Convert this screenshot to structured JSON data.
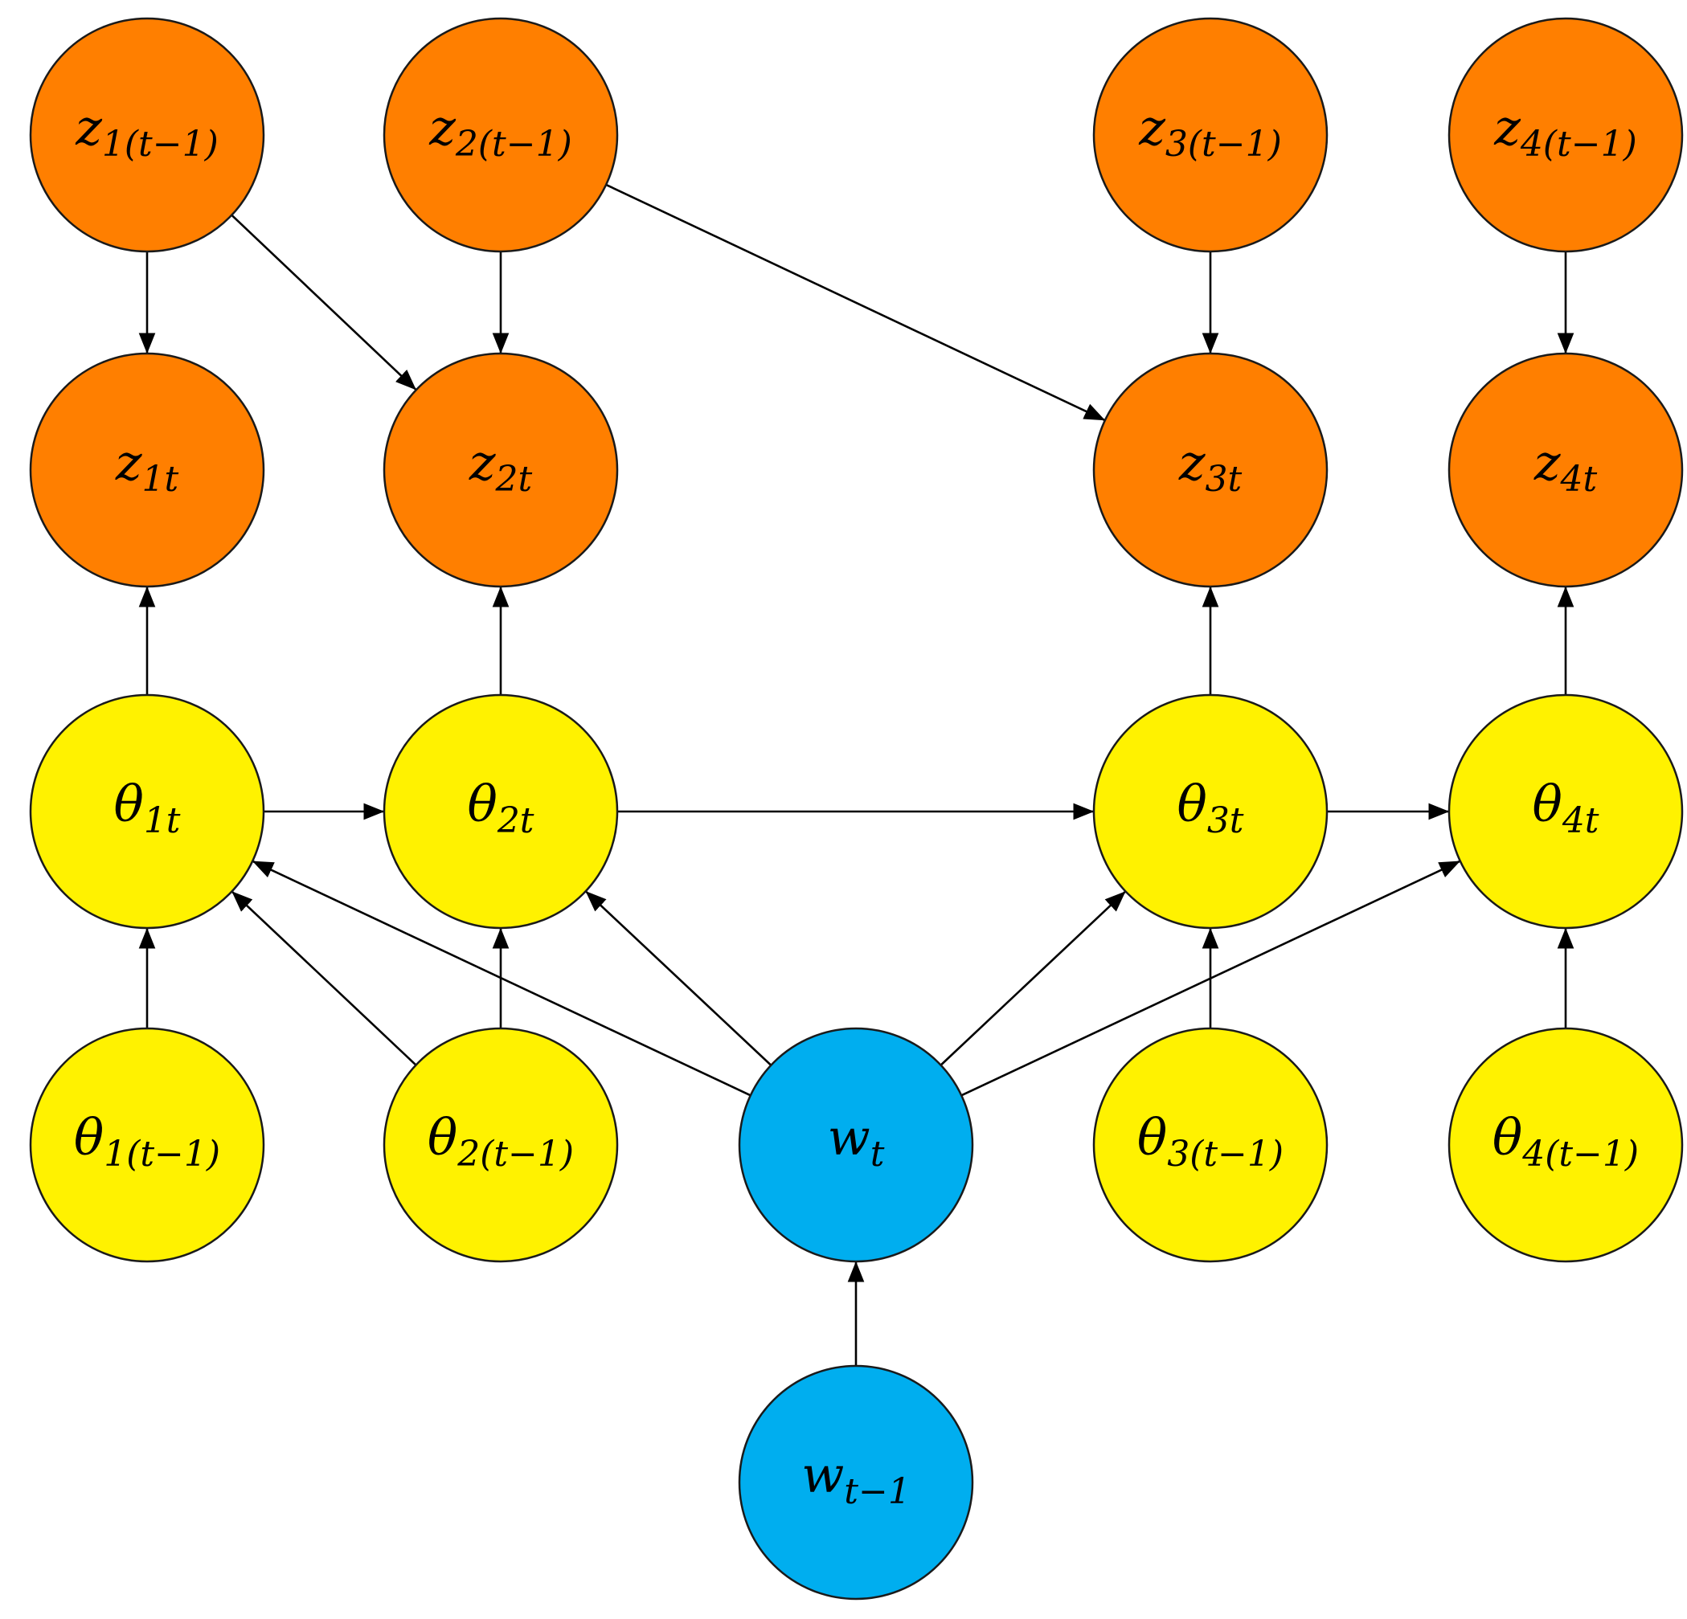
{
  "colors": {
    "z_node": "#FF7F00",
    "theta_node": "#FFF200",
    "w_node": "#00AEEF",
    "edge": "#000000",
    "outline": "#1a1a1a"
  },
  "nodes": [
    {
      "id": "z1_prev",
      "group": "z_node",
      "symbol": "z",
      "subscript": "1(t−1)"
    },
    {
      "id": "z2_prev",
      "group": "z_node",
      "symbol": "z",
      "subscript": "2(t−1)"
    },
    {
      "id": "z3_prev",
      "group": "z_node",
      "symbol": "z",
      "subscript": "3(t−1)"
    },
    {
      "id": "z4_prev",
      "group": "z_node",
      "symbol": "z",
      "subscript": "4(t−1)"
    },
    {
      "id": "z1_t",
      "group": "z_node",
      "symbol": "z",
      "subscript": "1t"
    },
    {
      "id": "z2_t",
      "group": "z_node",
      "symbol": "z",
      "subscript": "2t"
    },
    {
      "id": "z3_t",
      "group": "z_node",
      "symbol": "z",
      "subscript": "3t"
    },
    {
      "id": "z4_t",
      "group": "z_node",
      "symbol": "z",
      "subscript": "4t"
    },
    {
      "id": "theta1_t",
      "group": "theta_node",
      "symbol": "θ",
      "subscript": "1t"
    },
    {
      "id": "theta2_t",
      "group": "theta_node",
      "symbol": "θ",
      "subscript": "2t"
    },
    {
      "id": "theta3_t",
      "group": "theta_node",
      "symbol": "θ",
      "subscript": "3t"
    },
    {
      "id": "theta4_t",
      "group": "theta_node",
      "symbol": "θ",
      "subscript": "4t"
    },
    {
      "id": "theta1_prev",
      "group": "theta_node",
      "symbol": "θ",
      "subscript": "1(t−1)"
    },
    {
      "id": "theta2_prev",
      "group": "theta_node",
      "symbol": "θ",
      "subscript": "2(t−1)"
    },
    {
      "id": "w_t",
      "group": "w_node",
      "symbol": "w",
      "subscript": "t"
    },
    {
      "id": "theta3_prev",
      "group": "theta_node",
      "symbol": "θ",
      "subscript": "3(t−1)"
    },
    {
      "id": "theta4_prev",
      "group": "theta_node",
      "symbol": "θ",
      "subscript": "4(t−1)"
    },
    {
      "id": "w_prev",
      "group": "w_node",
      "symbol": "w",
      "subscript": "t−1"
    }
  ],
  "edges": [
    {
      "from": "z1_prev",
      "to": "z1_t"
    },
    {
      "from": "z1_prev",
      "to": "z2_t"
    },
    {
      "from": "z2_prev",
      "to": "z2_t"
    },
    {
      "from": "z2_prev",
      "to": "z3_t"
    },
    {
      "from": "z3_prev",
      "to": "z3_t"
    },
    {
      "from": "z4_prev",
      "to": "z4_t"
    },
    {
      "from": "theta1_t",
      "to": "z1_t"
    },
    {
      "from": "theta2_t",
      "to": "z2_t"
    },
    {
      "from": "theta3_t",
      "to": "z3_t"
    },
    {
      "from": "theta4_t",
      "to": "z4_t"
    },
    {
      "from": "theta1_t",
      "to": "theta2_t"
    },
    {
      "from": "theta2_t",
      "to": "theta3_t"
    },
    {
      "from": "theta3_t",
      "to": "theta4_t"
    },
    {
      "from": "theta1_prev",
      "to": "theta1_t"
    },
    {
      "from": "theta2_prev",
      "to": "theta2_t"
    },
    {
      "from": "theta2_prev",
      "to": "theta1_t"
    },
    {
      "from": "theta3_prev",
      "to": "theta3_t"
    },
    {
      "from": "theta4_prev",
      "to": "theta4_t"
    },
    {
      "from": "w_t",
      "to": "theta1_t"
    },
    {
      "from": "w_t",
      "to": "theta2_t"
    },
    {
      "from": "w_t",
      "to": "theta3_t"
    },
    {
      "from": "w_t",
      "to": "theta4_t"
    },
    {
      "from": "w_prev",
      "to": "w_t"
    }
  ]
}
